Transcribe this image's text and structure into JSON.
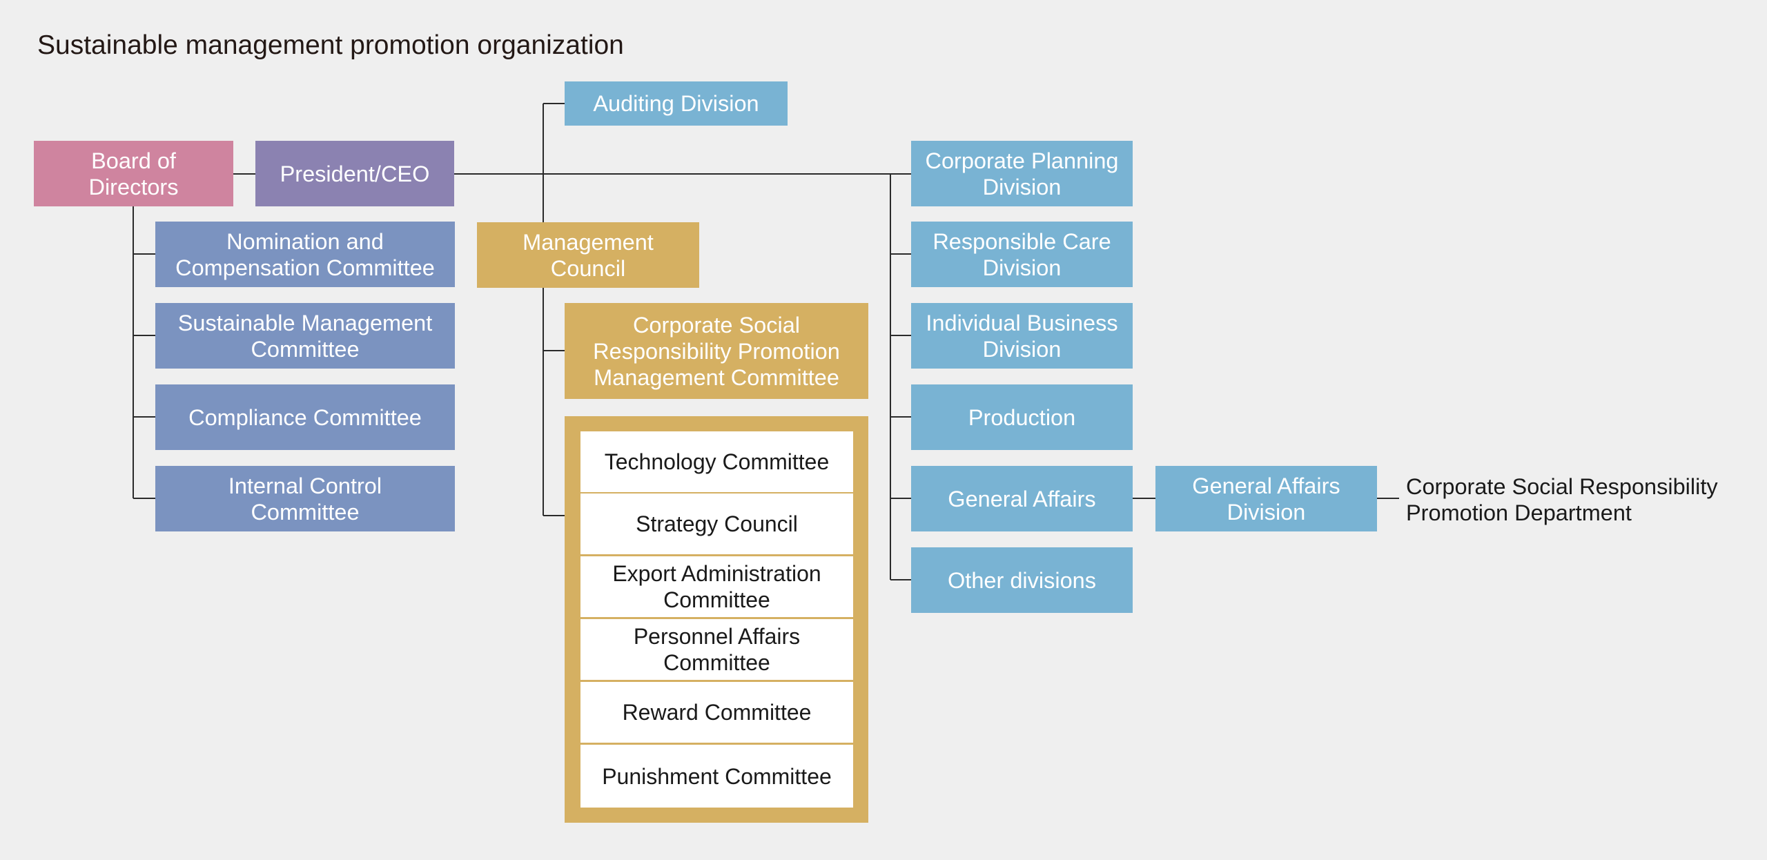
{
  "title": "Sustainable management promotion organization",
  "nodes": {
    "board": "Board of Directors",
    "president": "President/CEO",
    "auditing": "Auditing Division",
    "management_council": "Management Council",
    "nomination": "Nomination and Compensation Committee",
    "sustainable": "Sustainable Management Committee",
    "compliance": "Compliance Committee",
    "internal_control": "Internal Control Committee",
    "csr_committee": "Corporate Social Responsibility Promotion Management Committee",
    "corporate_planning": "Corporate Planning Division",
    "responsible_care": "Responsible Care Division",
    "individual_business": "Individual Business Division",
    "production": "Production",
    "general_affairs": "General Affairs",
    "other_divisions": "Other divisions",
    "general_affairs_division": "General Affairs Division",
    "csr_department": "Corporate Social Responsibility Promotion Department"
  },
  "council_committees": [
    "Technology Committee",
    "Strategy Council",
    "Export Administration Committee",
    "Personnel Affairs Committee",
    "Reward Committee",
    "Punishment Committee"
  ],
  "colors": {
    "background": "#efefef",
    "board": "#cf849f",
    "president": "#8b82b1",
    "board_committees": "#7b93c0",
    "divisions": "#79b3d3",
    "council": "#d5b062",
    "connector": "#2a2a2a"
  }
}
